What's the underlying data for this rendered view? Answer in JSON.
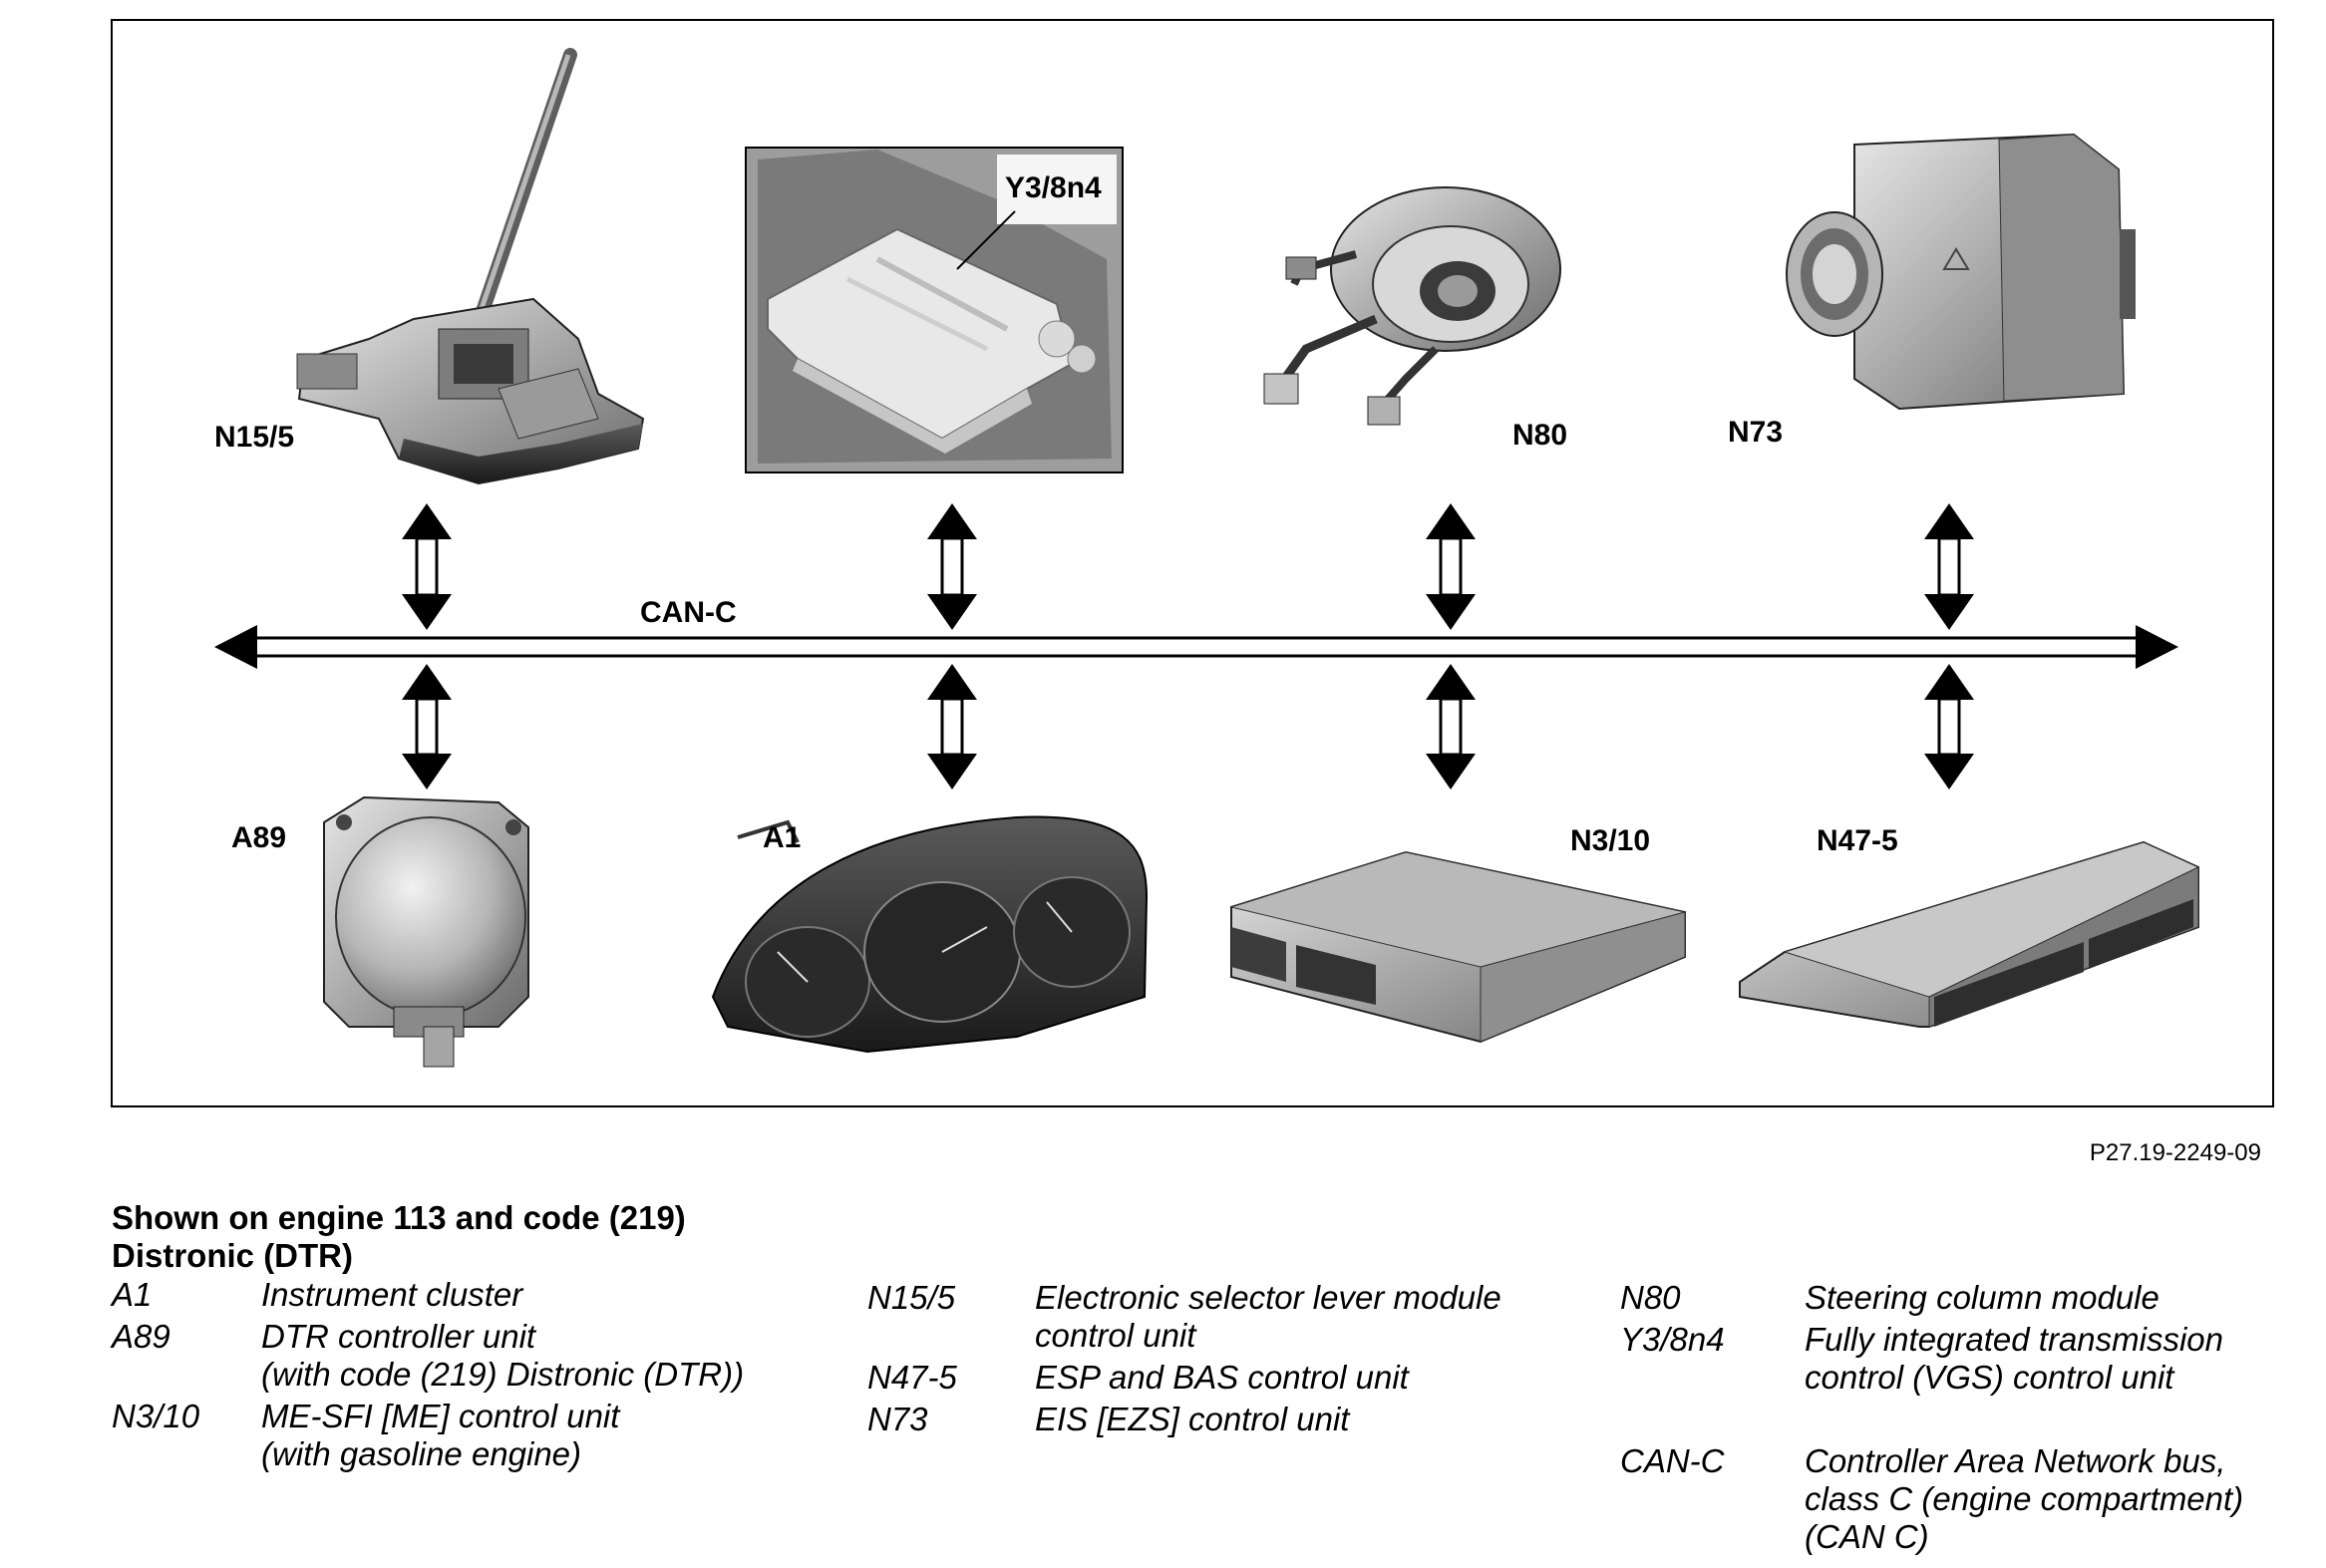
{
  "diagram": {
    "bus_label": "CAN-C",
    "figure_ref": "P27.19-2249-09",
    "components": [
      {
        "code": "N15/5",
        "icon": "selector-lever-module"
      },
      {
        "code": "Y3/8n4",
        "icon": "transmission-control-unit"
      },
      {
        "code": "N80",
        "icon": "steering-column-module"
      },
      {
        "code": "N73",
        "icon": "eis-control-unit"
      },
      {
        "code": "A89",
        "icon": "distronic-sensor"
      },
      {
        "code": "A1",
        "icon": "instrument-cluster"
      },
      {
        "code": "N3/10",
        "icon": "engine-control-unit"
      },
      {
        "code": "N47-5",
        "icon": "esp-control-unit"
      }
    ]
  },
  "caption": {
    "line1": "Shown on engine 113 and code (219)",
    "line2": "Distronic (DTR)"
  },
  "legend": {
    "col1": [
      {
        "code": "A1",
        "desc": [
          "Instrument cluster"
        ]
      },
      {
        "code": "A89",
        "desc": [
          "DTR controller unit",
          "(with code (219) Distronic (DTR))"
        ]
      },
      {
        "code": "N3/10",
        "desc": [
          "ME-SFI [ME] control unit",
          "(with gasoline engine)"
        ]
      }
    ],
    "col2": [
      {
        "code": "N15/5",
        "desc": [
          "Electronic selector lever module",
          "control unit"
        ]
      },
      {
        "code": "N47-5",
        "desc": [
          "ESP and BAS control unit"
        ]
      },
      {
        "code": "N73",
        "desc": [
          "EIS [EZS] control unit"
        ]
      }
    ],
    "col3": [
      {
        "code": "N80",
        "desc": [
          "Steering column module"
        ]
      },
      {
        "code": "Y3/8n4",
        "desc": [
          "Fully integrated transmission",
          "control (VGS) control unit"
        ]
      },
      {
        "code": "CAN-C",
        "desc": [
          "Controller Area Network bus,",
          "class C (engine compartment)",
          "(CAN C)"
        ]
      }
    ]
  }
}
